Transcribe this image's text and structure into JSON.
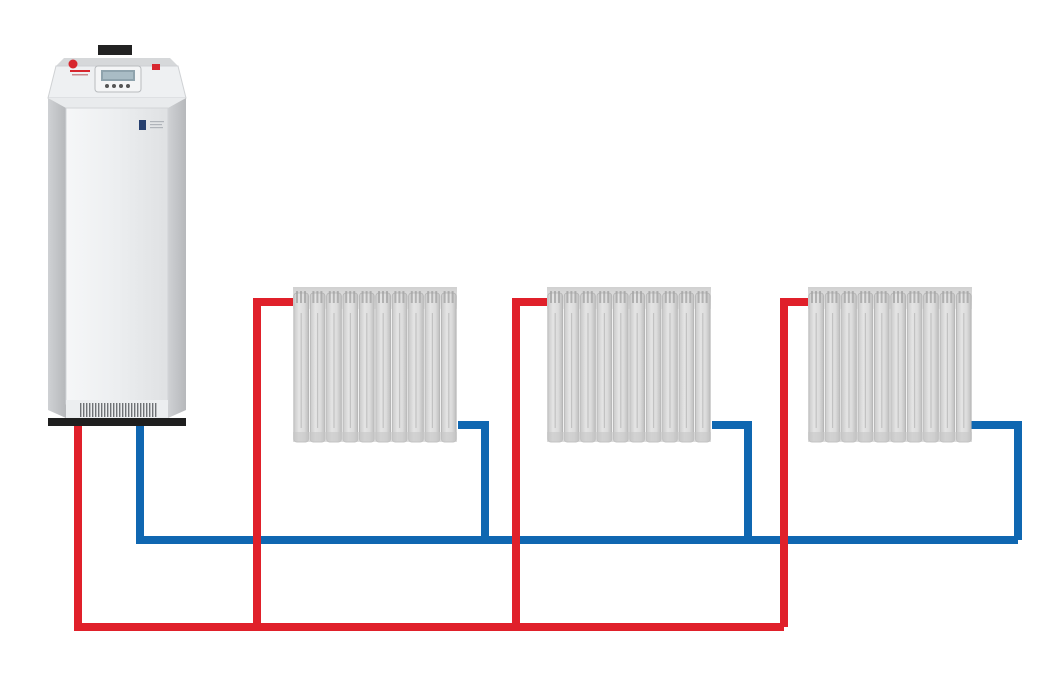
{
  "diagram": {
    "type": "heating-system",
    "components": {
      "boiler": {
        "name": "gas-boiler",
        "logo_icon": "brand-logo-icon",
        "display_icon": "control-display-icon",
        "label_icon": "info-plate-icon",
        "vent_icon": "vent-grille-icon"
      },
      "radiators": [
        {
          "name": "radiator-1",
          "sections": 10
        },
        {
          "name": "radiator-2",
          "sections": 10
        },
        {
          "name": "radiator-3",
          "sections": 10
        }
      ],
      "pipes": {
        "supply_color": "#e0202a",
        "return_color": "#0f67b1"
      }
    },
    "colors": {
      "boiler_body": "#e6e7e9",
      "boiler_side": "#c8cacd",
      "radiator_body": "#d8d8d8",
      "radiator_dark": "#b8b8b8",
      "background": "#ffffff"
    }
  }
}
